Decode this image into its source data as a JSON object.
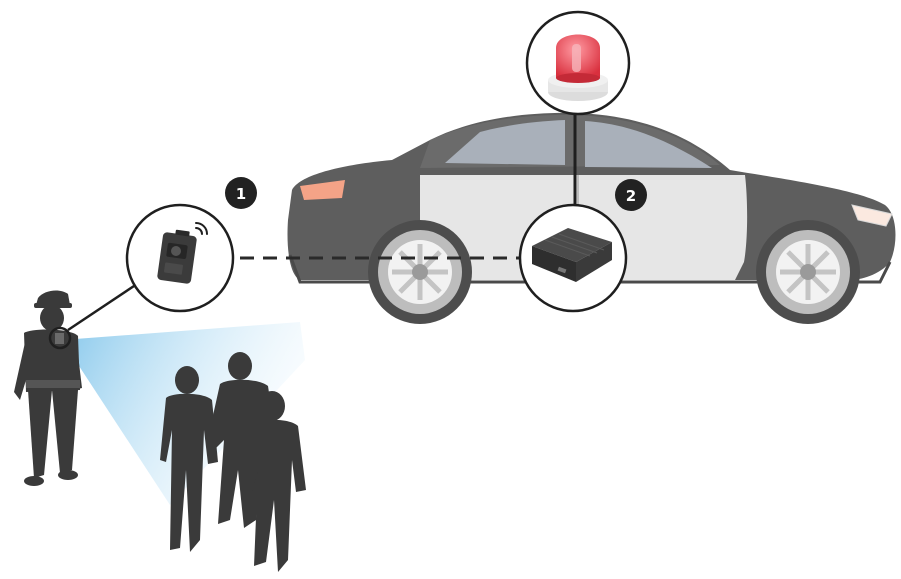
{
  "diagram": {
    "callouts": [
      {
        "number": "1",
        "item": "body-worn-camera-icon"
      },
      {
        "number": "2",
        "item": "in-car-recorder-icon"
      }
    ],
    "link_style": "dashed",
    "colors": {
      "car_body": "#5e5e5e",
      "car_door": "#e6e6e6",
      "window": "#a9b0ba",
      "silhouette": "#3a3a3a",
      "beam": "#9fd3ef",
      "siren": "#e2434f",
      "badge": "#222222",
      "outline": "#1f1f1f"
    }
  }
}
